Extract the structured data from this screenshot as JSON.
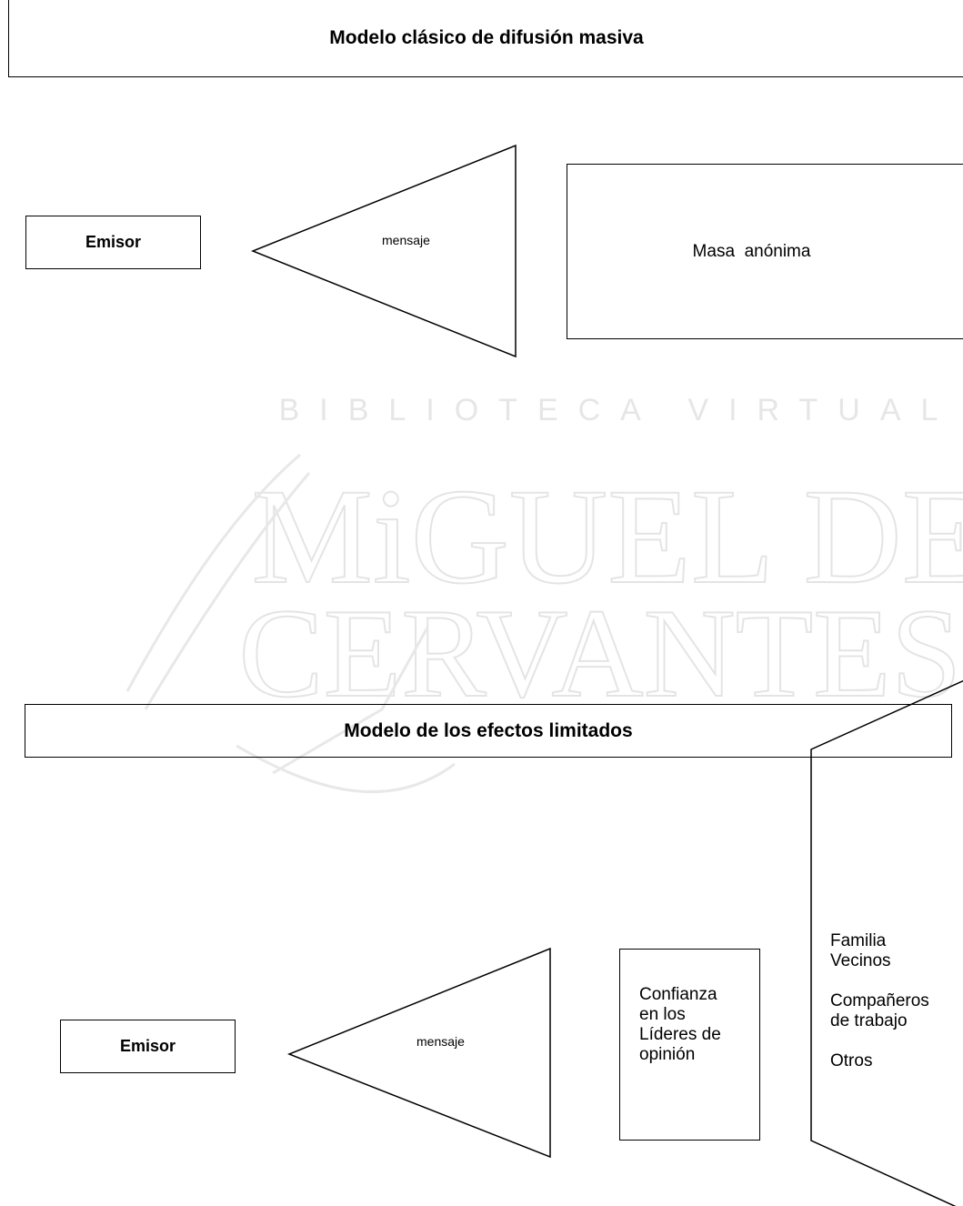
{
  "watermark": {
    "line1": "BIBLIOTECA VIRTUAL",
    "line2": "MiGUEL DE",
    "line3": "CERVANTES"
  },
  "diagram1": {
    "title": "Modelo clásico de difusión masiva",
    "emisor": "Emisor",
    "mensaje": "mensaje",
    "receptor": "Masa  anónima"
  },
  "diagram2": {
    "title": "Modelo de los efectos limitados",
    "emisor": "Emisor",
    "mensaje": "mensaje",
    "lideres": [
      "Confianza",
      "en los",
      "Líderes de",
      "opinión"
    ],
    "grupos": [
      "Familia",
      "Vecinos",
      "",
      "Compañeros",
      "de trabajo",
      "",
      "Otros"
    ]
  }
}
